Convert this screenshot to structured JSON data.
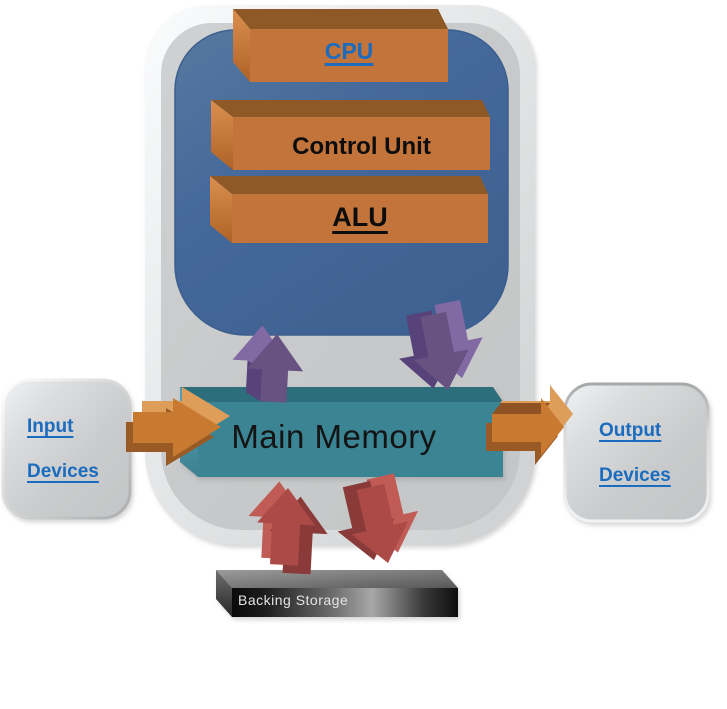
{
  "diagram": {
    "components": {
      "cpu_area": {
        "label": "CPU"
      },
      "control_unit": {
        "label": "Control Unit"
      },
      "alu": {
        "label": "ALU"
      },
      "main_memory": {
        "label": "Main Memory"
      },
      "input_devices": {
        "label_line1": "Input",
        "label_line2": "Devices"
      },
      "output_devices": {
        "label_line1": "Output",
        "label_line2": "Devices"
      },
      "backing_storage": {
        "label": "Backing Storage"
      }
    },
    "arrows": [
      {
        "name": "input-to-memory-arrow",
        "direction": "right",
        "color": "#C97A31"
      },
      {
        "name": "memory-to-output-arrow",
        "direction": "right",
        "color": "#C97A31"
      },
      {
        "name": "memory-to-cpu-arrow",
        "direction": "up",
        "color": "#675282"
      },
      {
        "name": "cpu-to-memory-arrow",
        "direction": "down",
        "color": "#675282"
      },
      {
        "name": "storage-to-memory-arrow",
        "direction": "up",
        "color": "#AC4A47"
      },
      {
        "name": "memory-to-storage-arrow",
        "direction": "down",
        "color": "#AC4A47"
      }
    ],
    "colors": {
      "body_gray": "#C7C9CA",
      "cpu_region_blue": "#45689B",
      "component_orange": "#C3743B",
      "component_orange_top": "#8F5827",
      "memory_teal": "#3A8494",
      "memory_teal_top": "#2D6E7D",
      "arrow_purple": "#675282",
      "arrow_red": "#AC4A47",
      "arrow_orange": "#C97A31",
      "link_text_blue": "#1B6CBE",
      "storage_text": "#E4E4E4"
    }
  }
}
